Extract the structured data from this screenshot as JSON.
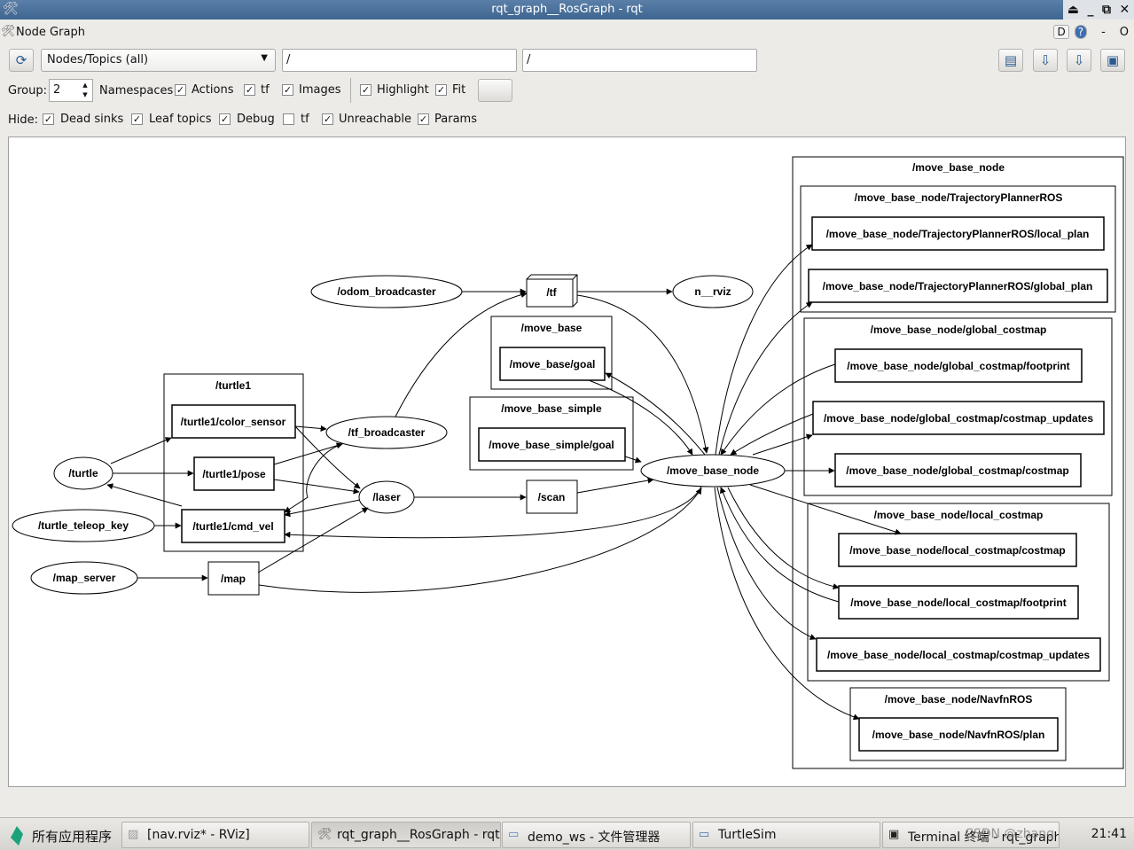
{
  "window": {
    "title": "rqt_graph__RosGraph - rqt",
    "controls": [
      "⏏",
      "_",
      "⧉",
      "✕"
    ]
  },
  "panel": {
    "label": "Node Graph",
    "right_d": "D",
    "right_help": "?",
    "right_dash": "-",
    "right_o": "O"
  },
  "toolbar": {
    "refresh_icon": "refresh-icon",
    "view_select": "Nodes/Topics (all)",
    "filter_nodes": "/",
    "filter_topics": "/",
    "right_icons": [
      "load-dot-icon",
      "save-dot-icon",
      "save-svg-icon",
      "save-image-icon"
    ]
  },
  "options": {
    "group_label": "Group:",
    "group_value": "2",
    "namespaces_label": "Namespaces",
    "actions": {
      "label": "Actions",
      "checked": true
    },
    "tf": {
      "label": "tf",
      "checked": true
    },
    "images": {
      "label": "Images",
      "checked": true
    },
    "highlight": {
      "label": "Highlight",
      "checked": true
    },
    "fit": {
      "label": "Fit",
      "checked": true
    }
  },
  "hide": {
    "label": "Hide:",
    "dead_sinks": {
      "label": "Dead sinks",
      "checked": true
    },
    "leaf_topics": {
      "label": "Leaf topics",
      "checked": true
    },
    "debug": {
      "label": "Debug",
      "checked": true
    },
    "tf": {
      "label": "tf",
      "checked": false
    },
    "unreachable": {
      "label": "Unreachable",
      "checked": true
    },
    "params": {
      "label": "Params",
      "checked": true
    }
  },
  "graph": {
    "clusters": {
      "turtle1": "/turtle1",
      "move_base": "/move_base",
      "move_base_simple": "/move_base_simple",
      "move_base_node": "/move_base_node",
      "trajectory_planner": "/move_base_node/TrajectoryPlannerROS",
      "global_costmap": "/move_base_node/global_costmap",
      "local_costmap": "/move_base_node/local_costmap",
      "navfn": "/move_base_node/NavfnROS"
    },
    "nodes": {
      "odom_broadcaster": "/odom_broadcaster",
      "n_rviz": "n__rviz",
      "tf_broadcaster": "/tf_broadcaster",
      "turtle": "/turtle",
      "turtle_teleop_key": "/turtle_teleop_key",
      "map_server": "/map_server",
      "laser": "/laser",
      "move_base_node": "/move_base_node"
    },
    "topics": {
      "tf": "/tf",
      "move_base_goal": "/move_base/goal",
      "move_base_simple_goal": "/move_base_simple/goal",
      "color_sensor": "/turtle1/color_sensor",
      "pose": "/turtle1/pose",
      "cmd_vel": "/turtle1/cmd_vel",
      "map": "/map",
      "scan": "/scan",
      "local_plan": "/move_base_node/TrajectoryPlannerROS/local_plan",
      "global_plan": "/move_base_node/TrajectoryPlannerROS/global_plan",
      "gc_footprint": "/move_base_node/global_costmap/footprint",
      "gc_updates": "/move_base_node/global_costmap/costmap_updates",
      "gc_costmap": "/move_base_node/global_costmap/costmap",
      "lc_costmap": "/move_base_node/local_costmap/costmap",
      "lc_footprint": "/move_base_node/local_costmap/footprint",
      "lc_updates": "/move_base_node/local_costmap/costmap_updates",
      "navfn_plan": "/move_base_node/NavfnROS/plan"
    }
  },
  "taskbar": {
    "start": "所有应用程序",
    "tasks": [
      {
        "label": "[nav.rviz* - RViz]",
        "icon": "rviz-icon"
      },
      {
        "label": "rqt_graph__RosGraph - rqt",
        "icon": "rqt-icon"
      },
      {
        "label": "demo_ws - 文件管理器",
        "icon": "folder-icon"
      },
      {
        "label": "TurtleSim",
        "icon": "window-icon"
      },
      {
        "label": "Terminal 终端 - rqt_graph",
        "icon": "terminal-icon"
      }
    ],
    "watermark": "CSDN @zhang",
    "clock": "21:41"
  }
}
